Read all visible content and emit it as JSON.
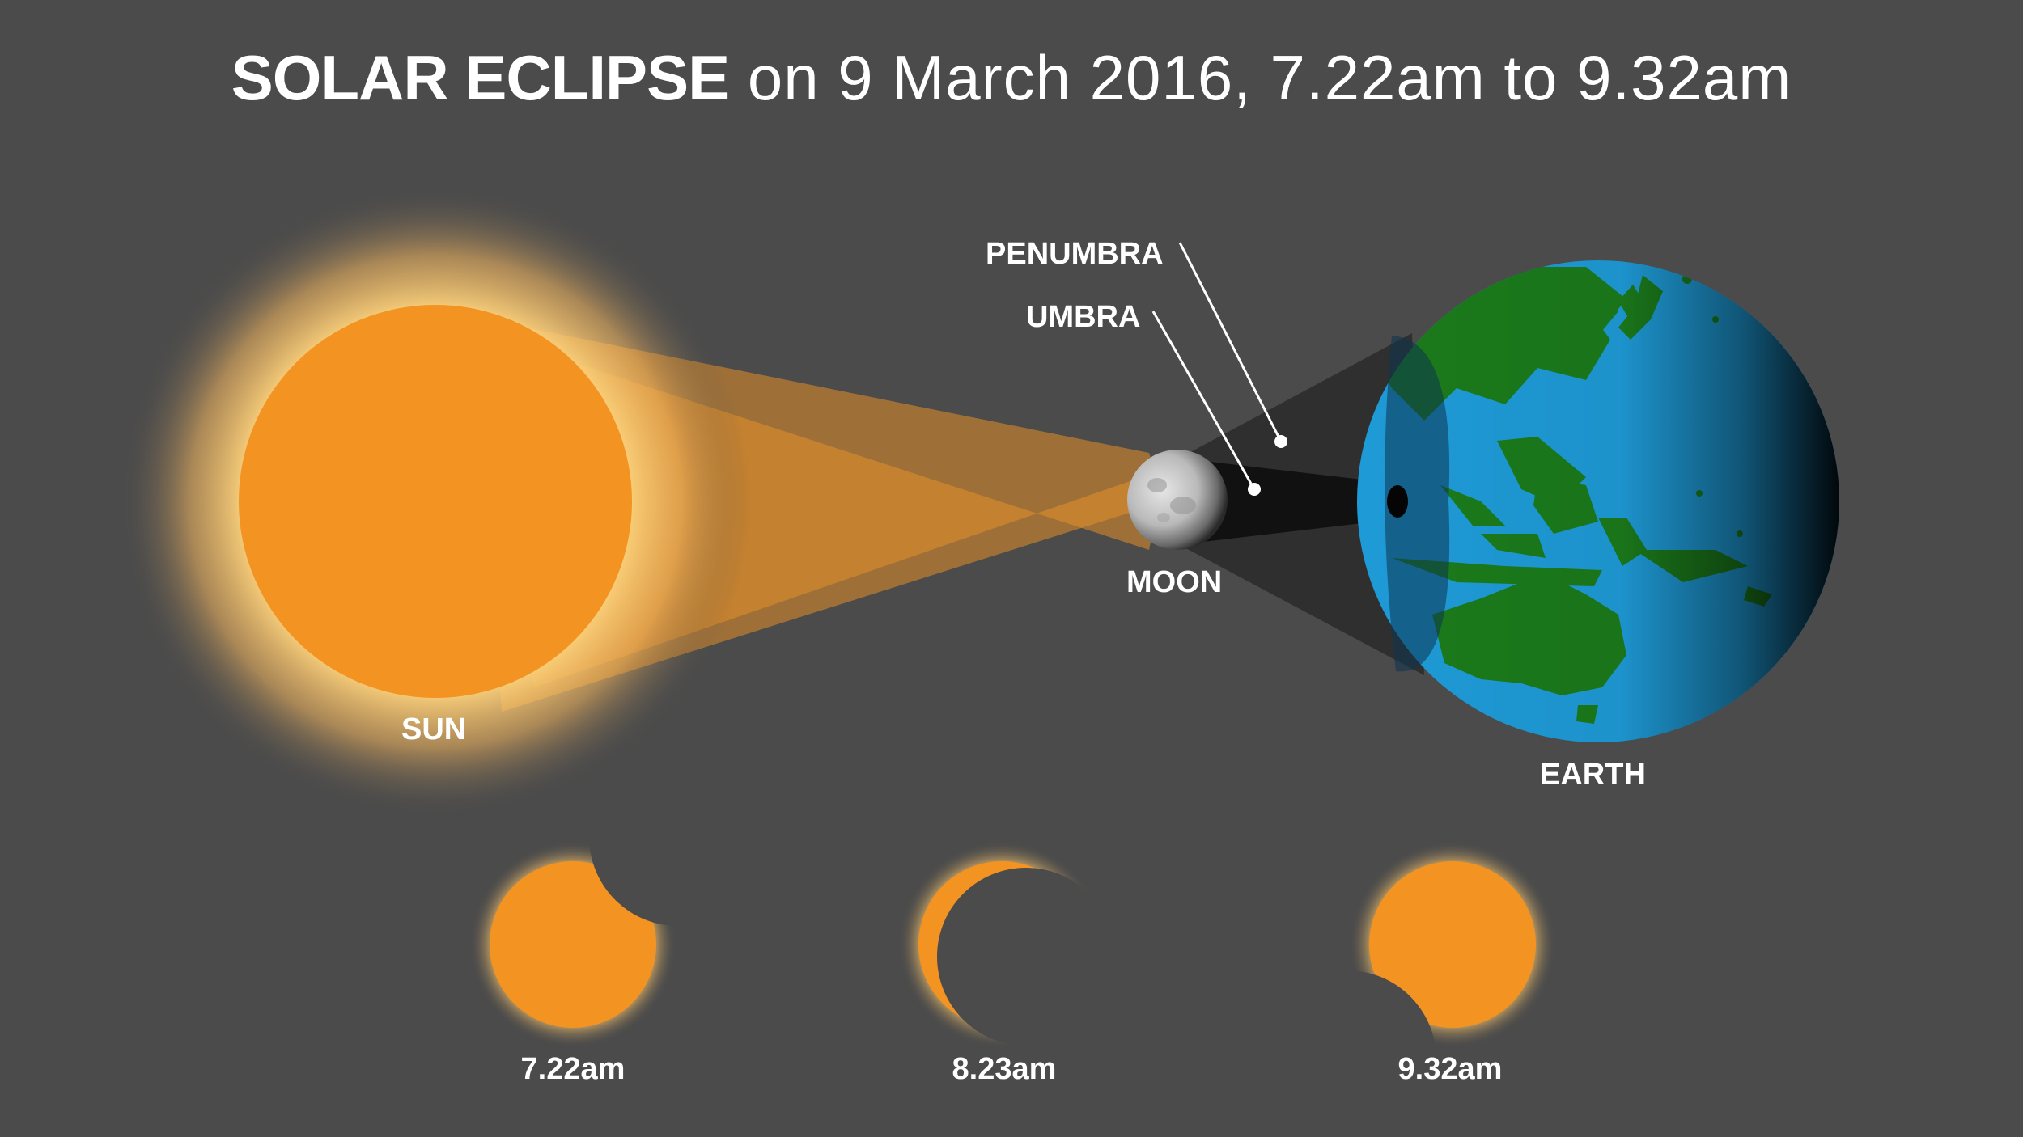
{
  "title": {
    "bold": "SOLAR ECLIPSE",
    "rest": "on 9 March 2016, 7.22am to 9.32am"
  },
  "labels": {
    "sun": "SUN",
    "moon": "MOON",
    "earth": "EARTH",
    "penumbra": "PENUMBRA",
    "umbra": "UMBRA"
  },
  "phases": [
    {
      "time": "7.22am"
    },
    {
      "time": "8.23am"
    },
    {
      "time": "9.32am"
    }
  ],
  "colors": {
    "background": "#4b4b4b",
    "sun": "#f39322",
    "sun_glow": "#fbd07a",
    "ocean": "#1e9ad6",
    "land": "#1b7a1b",
    "shadow": "#111111",
    "text": "#ffffff"
  }
}
